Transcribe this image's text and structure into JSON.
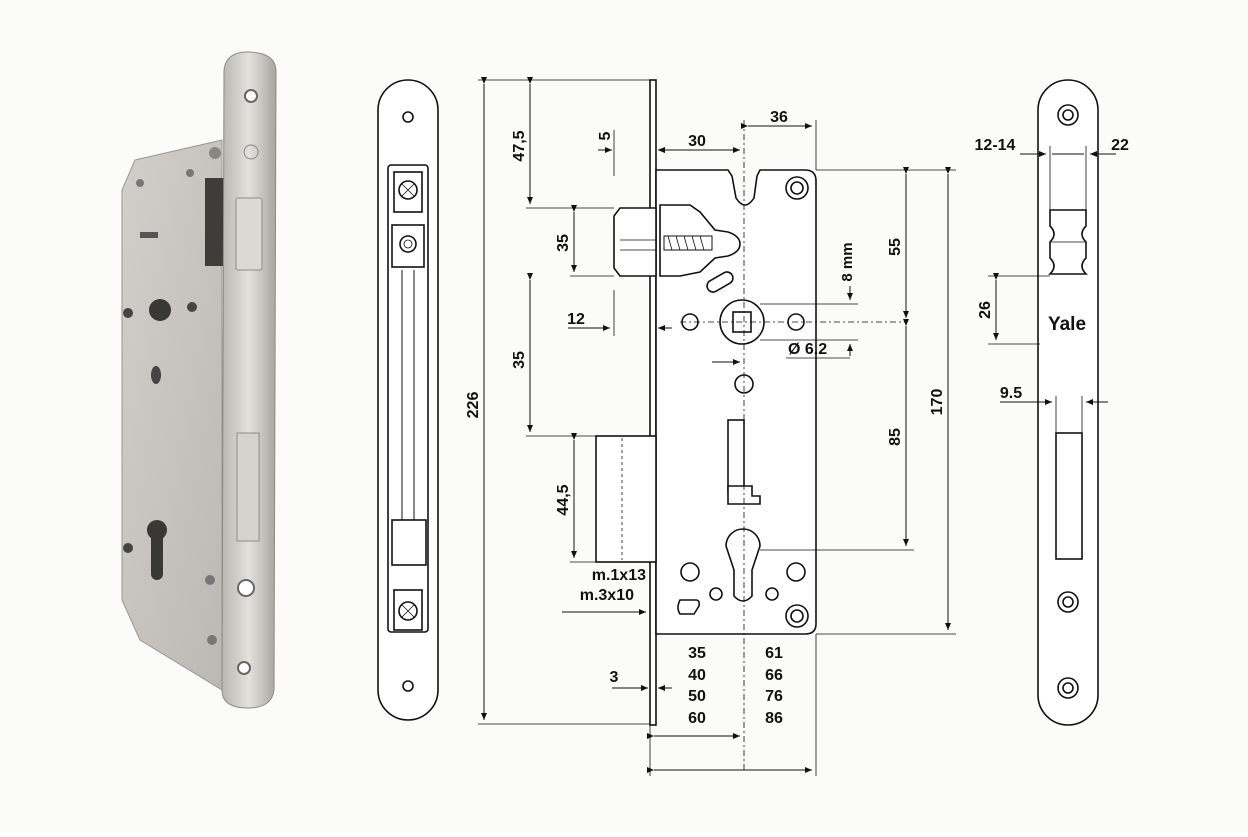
{
  "dimensions": {
    "d47_5": "47,5",
    "d5": "5",
    "d30": "30",
    "d36": "36",
    "d35_top": "35",
    "d35_mid": "35",
    "d12": "12",
    "d44_5": "44,5",
    "d226": "226",
    "d55": "55",
    "d85": "85",
    "d170": "170",
    "d6_2": "Ø 6.2",
    "d8mm": "8 mm",
    "d3": "3",
    "screw1": "m.1x13",
    "screw2": "m.3x10",
    "backsets_left": [
      "35",
      "40",
      "50",
      "60"
    ],
    "backsets_right": [
      "61",
      "66",
      "76",
      "86"
    ],
    "d12_14": "12-14",
    "d22": "22",
    "d26": "26",
    "d9_5": "9.5"
  },
  "brand": "Yale",
  "colors": {
    "line": "#111111",
    "metal": "#c9c6c2",
    "metal_dark": "#8e8a86",
    "background": "#fbfbfa"
  }
}
